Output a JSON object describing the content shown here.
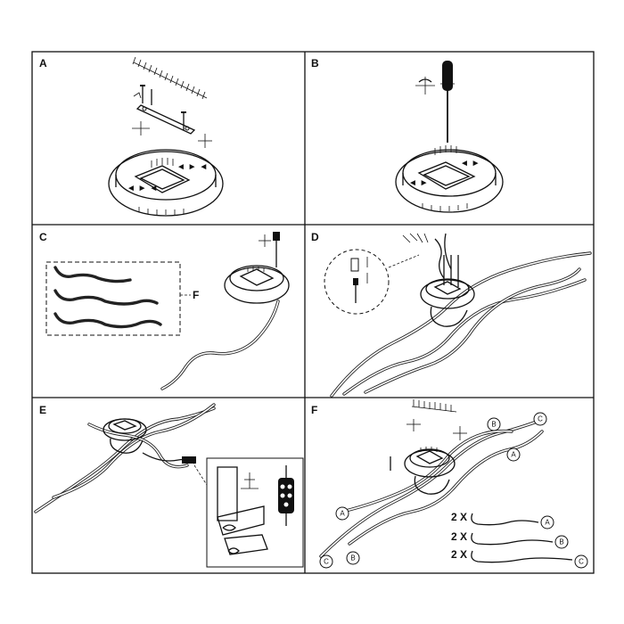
{
  "panels": [
    {
      "label": "A"
    },
    {
      "label": "B"
    },
    {
      "label": "C"
    },
    {
      "label": "D"
    },
    {
      "label": "E"
    },
    {
      "label": "F"
    }
  ],
  "panel_c": {
    "callout_label": "F"
  },
  "panel_f": {
    "callouts": {
      "a": "A",
      "b": "B",
      "c": "C"
    },
    "legend": [
      {
        "qty": "2 X",
        "tag": "A"
      },
      {
        "qty": "2 X",
        "tag": "B"
      },
      {
        "qty": "2 X",
        "tag": "C"
      }
    ]
  }
}
